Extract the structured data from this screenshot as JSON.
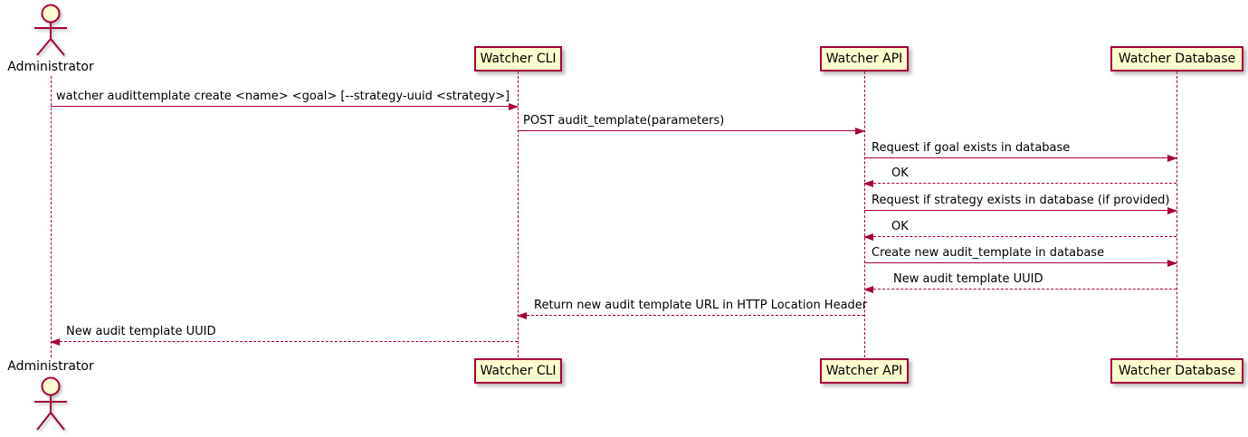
{
  "diagram": {
    "type": "uml-sequence-diagram",
    "colors": {
      "participant_fill": "#FEFECE",
      "line": "#A80036",
      "text": "#000000",
      "background": "#FFFFFF"
    },
    "actor": {
      "name": "Administrator"
    },
    "participants": [
      {
        "label": "Watcher CLI"
      },
      {
        "label": "Watcher API"
      },
      {
        "label": "Watcher Database"
      }
    ],
    "messages": [
      {
        "from": "Administrator",
        "to": "Watcher CLI",
        "line": "solid",
        "text": "watcher audittemplate create <name> <goal> [--strategy-uuid <strategy>]"
      },
      {
        "from": "Watcher CLI",
        "to": "Watcher API",
        "line": "solid",
        "text": "POST audit_template(parameters)"
      },
      {
        "from": "Watcher API",
        "to": "Watcher Database",
        "line": "solid",
        "text": "Request if goal exists in database"
      },
      {
        "from": "Watcher Database",
        "to": "Watcher API",
        "line": "dashed",
        "text": "OK"
      },
      {
        "from": "Watcher API",
        "to": "Watcher Database",
        "line": "solid",
        "text": "Request if strategy exists in database (if provided)"
      },
      {
        "from": "Watcher Database",
        "to": "Watcher API",
        "line": "dashed",
        "text": "OK"
      },
      {
        "from": "Watcher API",
        "to": "Watcher Database",
        "line": "solid",
        "text": "Create new audit_template in database"
      },
      {
        "from": "Watcher Database",
        "to": "Watcher API",
        "line": "dashed",
        "text": "New audit template UUID"
      },
      {
        "from": "Watcher API",
        "to": "Watcher CLI",
        "line": "dashed",
        "text": "Return new audit template URL in HTTP Location Header"
      },
      {
        "from": "Watcher CLI",
        "to": "Administrator",
        "line": "dashed",
        "text": "New audit template UUID"
      }
    ]
  }
}
